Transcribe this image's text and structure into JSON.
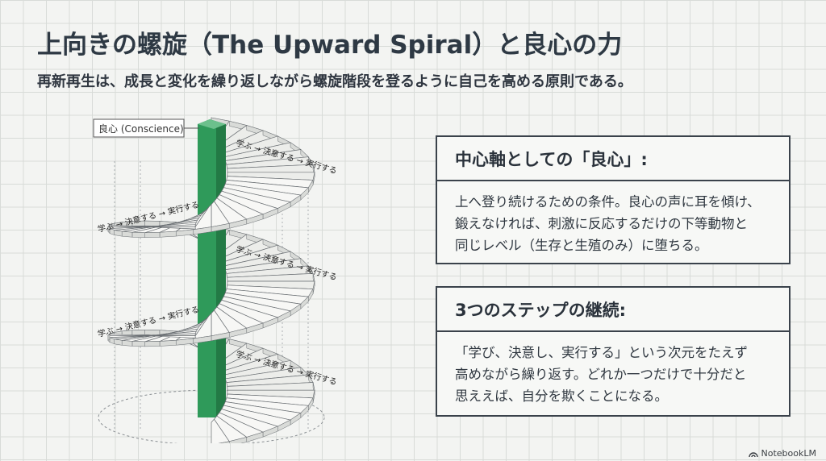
{
  "title": "上向きの螺旋（The Upward Spiral）と良心の力",
  "subtitle": "再新再生は、成長と変化を繰り返しながら螺旋階段を登るように自己を高める原則である。",
  "diagram": {
    "axis_label": "良心 (Conscience)",
    "loop_labels": [
      "学ぶ → 決意する → 実行する",
      "学ぶ → 決意する → 実行する",
      "学ぶ → 決意する → 実行する",
      "学ぶ → 決意する → 実行する",
      "学ぶ → 決意する → 実行する"
    ]
  },
  "cards": [
    {
      "heading": "中心軸としての「良心」:",
      "lines": [
        "上へ登り続けるための条件。良心の声に耳を傾け、",
        "鍛えなければ、刺激に反応するだけの下等動物と",
        "同じレベル（生存と生殖のみ）に堕ちる。"
      ]
    },
    {
      "heading": "3つのステップの継続:",
      "lines": [
        "「学び、決意し、実行する」という次元をたえず",
        "高めながら繰り返す。どれか一つだけで十分だと",
        "思ええば、自分を欺くことになる。"
      ]
    }
  ],
  "logo": "NotebookLM",
  "colors": {
    "pillar": "#2f9a5a",
    "pillar_dark": "#237a45",
    "ink": "#2e3944"
  }
}
